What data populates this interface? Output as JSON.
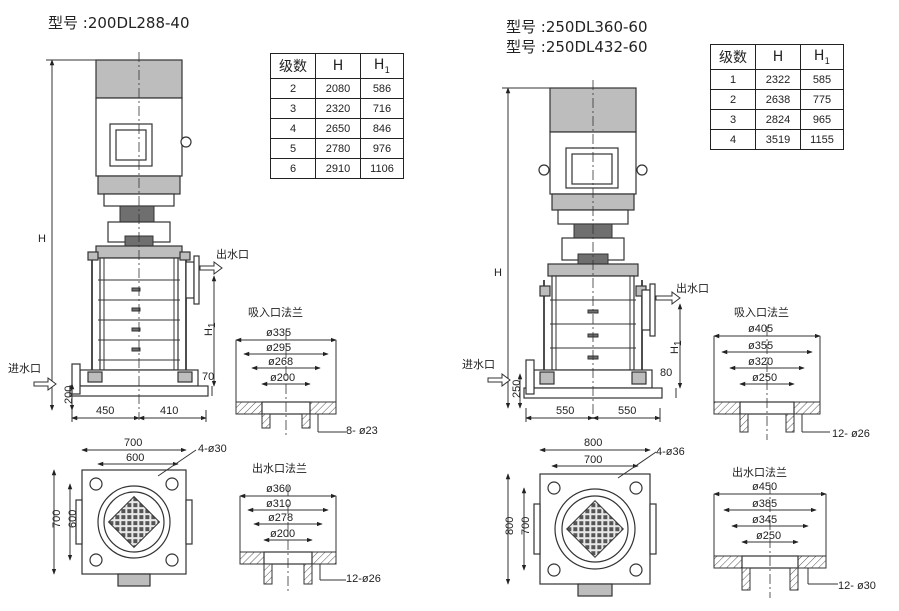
{
  "left": {
    "model": "型号 :200DL288-40",
    "table": {
      "headers": [
        "级数",
        "H",
        "H",
        "1"
      ],
      "rows": [
        [
          "2",
          "2080",
          "586"
        ],
        [
          "3",
          "2320",
          "716"
        ],
        [
          "4",
          "2650",
          "846"
        ],
        [
          "5",
          "2780",
          "976"
        ],
        [
          "6",
          "2910",
          "1106"
        ]
      ]
    },
    "labels": {
      "outlet": "出水口",
      "inlet": "进水口",
      "H": "H",
      "H1": "H",
      "sub1": "1"
    },
    "dims": {
      "d70_side": "70",
      "d200": "200",
      "d450": "450",
      "d410": "410",
      "d700_top": "700",
      "d600_top": "600",
      "d700_left": "700",
      "d600_left": "600",
      "bolt": "4-ø30"
    },
    "suction_flange": {
      "title": "吸入口法兰",
      "d1": "ø335",
      "d2": "ø295",
      "d3": "ø268",
      "d4": "ø200",
      "holes": "8- ø23"
    },
    "discharge_flange": {
      "title": "出水口法兰",
      "d1": "ø360",
      "d2": "ø310",
      "d3": "ø278",
      "d4": "ø200",
      "holes": "12-ø26"
    }
  },
  "right": {
    "model1": "型号 :250DL360-60",
    "model2": "型号 :250DL432-60",
    "table": {
      "headers": [
        "级数",
        "H",
        "H",
        "1"
      ],
      "rows": [
        [
          "1",
          "2322",
          "585"
        ],
        [
          "2",
          "2638",
          "775"
        ],
        [
          "3",
          "2824",
          "965"
        ],
        [
          "4",
          "3519",
          "1155"
        ]
      ]
    },
    "labels": {
      "outlet": "出水口",
      "inlet": "进水口",
      "H": "H",
      "H1": "H",
      "sub1": "1"
    },
    "dims": {
      "d80": "80",
      "d250": "250",
      "d550a": "550",
      "d550b": "550",
      "d800_top": "800",
      "d700_top": "700",
      "d800_left": "800",
      "d700_left": "700",
      "bolt": "4-ø36"
    },
    "suction_flange": {
      "title": "吸入口法兰",
      "d1": "ø405",
      "d2": "ø355",
      "d3": "ø320",
      "d4": "ø250",
      "holes": "12- ø26"
    },
    "discharge_flange": {
      "title": "出水口法兰",
      "d1": "ø450",
      "d2": "ø385",
      "d3": "ø345",
      "d4": "ø250",
      "holes": "12- ø30"
    }
  }
}
